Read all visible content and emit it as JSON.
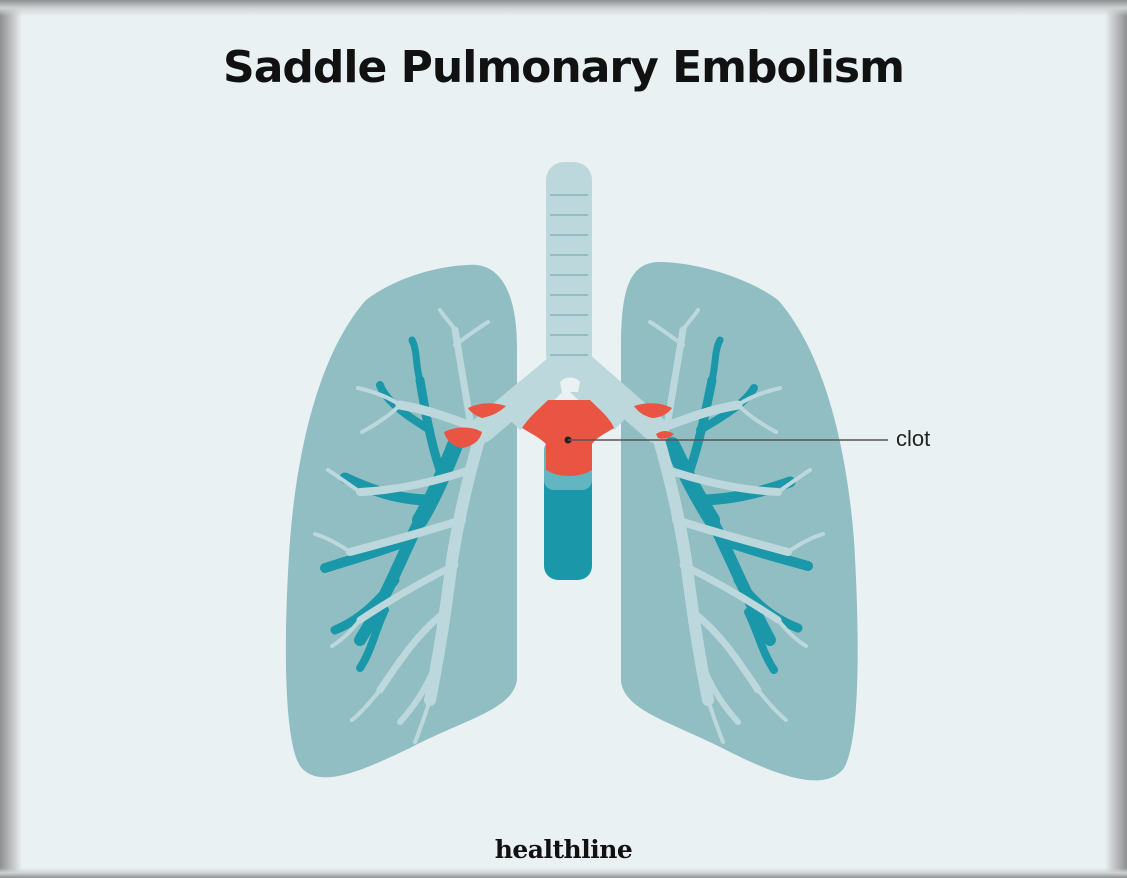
{
  "title": "Saddle Pulmonary Embolism",
  "annotation": {
    "label": "clot"
  },
  "brand": "healthline",
  "colors": {
    "background": "#e9f1f3",
    "lung": "#91bec3",
    "airway": "#bcd8dc",
    "vessel": "#1a98aa",
    "clot": "#ea5443",
    "text": "#111111"
  }
}
